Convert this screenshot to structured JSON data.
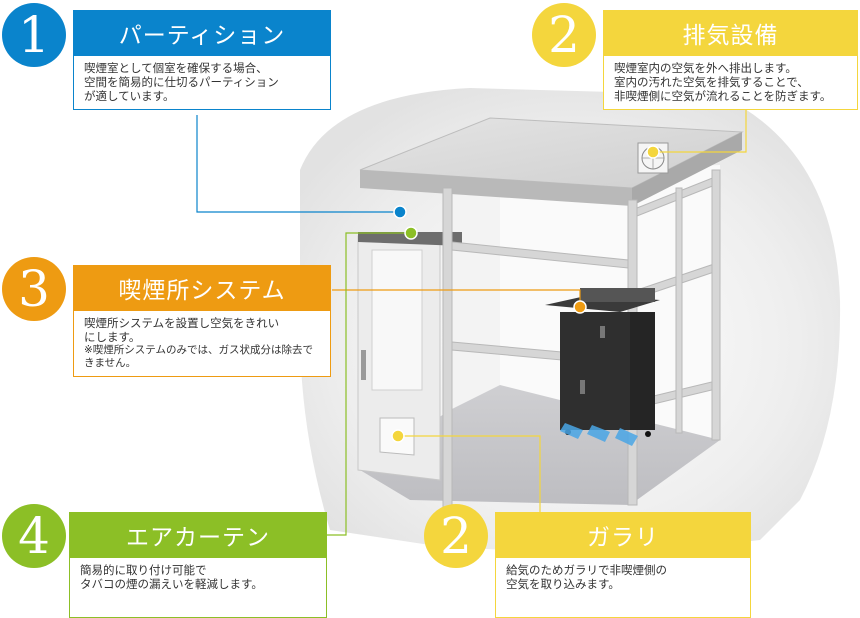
{
  "callouts": {
    "partition": {
      "number": "1",
      "title": "パーティション",
      "lines": [
        "喫煙室として個室を確保する場合、",
        "空間を簡易的に仕切るパーティション",
        "が適しています。"
      ],
      "color": "#0a84cc"
    },
    "exhaust": {
      "number": "2",
      "title": "排気設備",
      "lines": [
        "喫煙室内の空気を外へ排出します。",
        "室内の汚れた空気を排気することで、",
        "非喫煙側に空気が流れることを防ぎます。"
      ],
      "color": "#f4d63d"
    },
    "smoking_system": {
      "number": "3",
      "title": "喫煙所システム",
      "lines": [
        "喫煙所システムを設置し空気をきれい",
        "にします。"
      ],
      "note": "※喫煙所システムのみでは、ガス状成分は除去できません。",
      "color": "#ee9b12"
    },
    "air_curtain": {
      "number": "4",
      "title": "エアカーテン",
      "lines": [
        "簡易的に取り付け可能で",
        "タバコの煙の漏えいを軽減します。"
      ],
      "color": "#8cbf26"
    },
    "louver": {
      "number": "2",
      "title": "ガラリ",
      "lines": [
        "給気のためガラリで非喫煙側の",
        "空気を取り込みます。"
      ],
      "color": "#f4d63d"
    }
  }
}
